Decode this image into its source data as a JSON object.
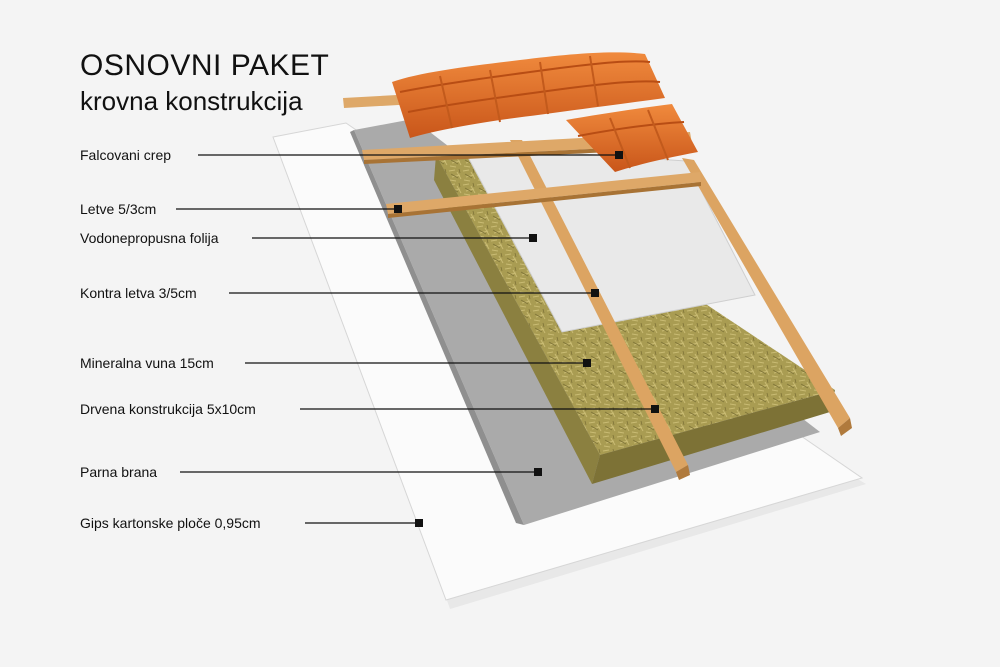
{
  "title": "OSNOVNI PAKET",
  "subtitle": "krovna konstrukcija",
  "layers": [
    {
      "id": "tile",
      "label": "Falcovani crep"
    },
    {
      "id": "batten",
      "label": "Letve 5/3cm"
    },
    {
      "id": "membrane",
      "label": "Vodonepropusna folija"
    },
    {
      "id": "counter-batten",
      "label": "Kontra letva 3/5cm"
    },
    {
      "id": "mineral-wool",
      "label": "Mineralna vuna 15cm"
    },
    {
      "id": "timber-structure",
      "label": "Drvena konstrukcija 5x10cm"
    },
    {
      "id": "vapor-barrier",
      "label": "Parna brana"
    },
    {
      "id": "gypsum-board",
      "label": "Gips kartonske ploče 0,95cm"
    }
  ],
  "colors": {
    "tile": "#e26a1f",
    "wood": "#d9a05c",
    "wool": "#a69a4f",
    "membrane": "#e8e8e8",
    "vapor_barrier": "#a9a9a9",
    "gypsum": "#fbfbfb",
    "leader": "#111111"
  }
}
